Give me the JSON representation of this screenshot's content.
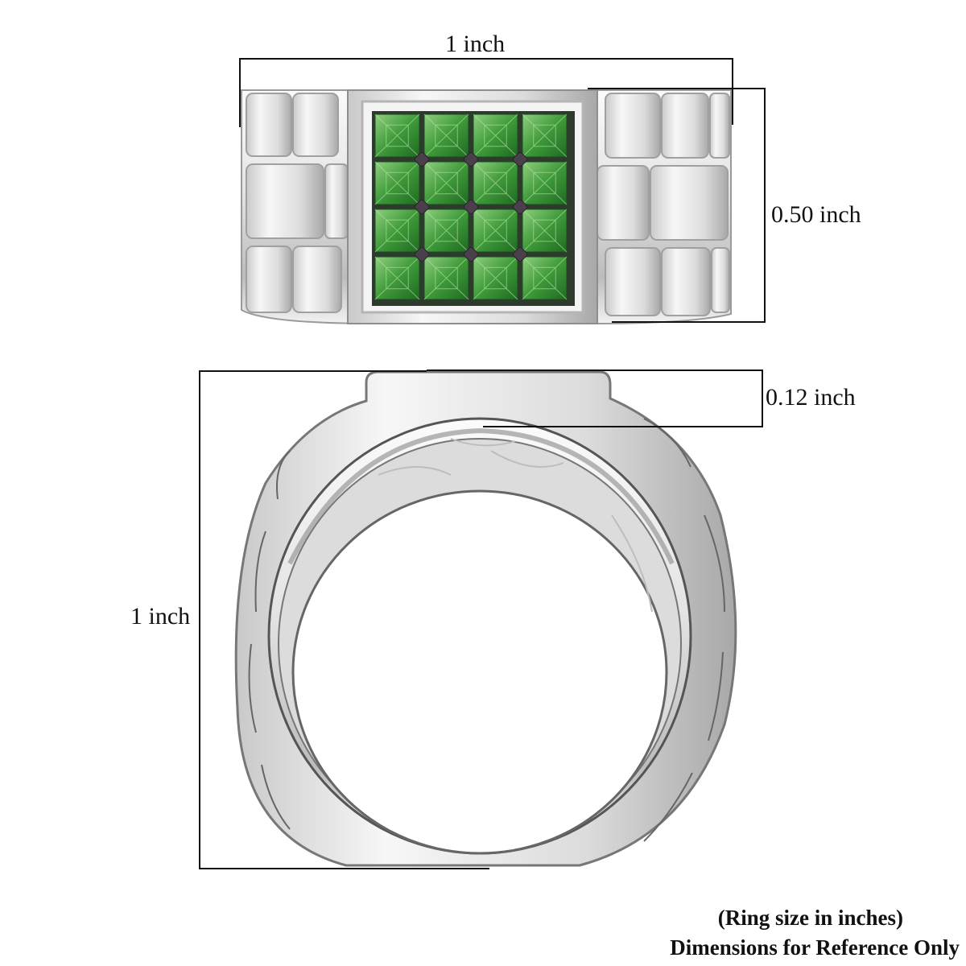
{
  "dimensions": {
    "top_width": "1 inch",
    "top_height": "0.50 inch",
    "band_thickness": "0.12 inch",
    "side_height": "1 inch"
  },
  "notes": {
    "ring_size_unit": "(Ring size in inches)",
    "disclaimer": "Dimensions for Reference Only"
  },
  "colors": {
    "metal": "#e8e8e8",
    "metal_shadow": "#a9a9a9",
    "gemstone": "#3f9a3a",
    "prong": "#4a3f4a",
    "dimension_line": "#111111"
  }
}
